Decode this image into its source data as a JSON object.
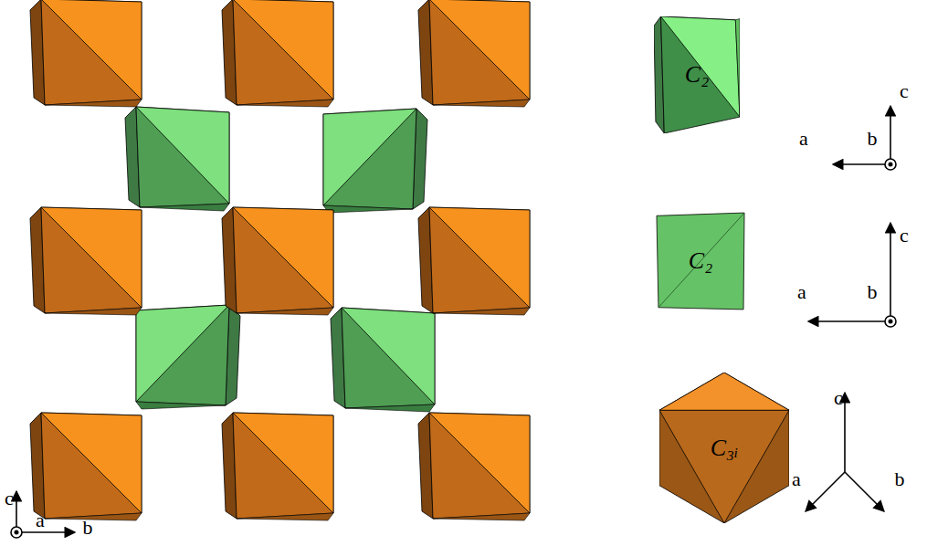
{
  "diagram": {
    "nodes": [
      {
        "text": [
          "C₂"
        ]
      },
      {
        "text": [
          "C₂"
        ]
      },
      {
        "text": [
          "C₃ᵢ"
        ]
      }
    ],
    "labels": [
      "c",
      "a",
      "b",
      "c",
      "a",
      "b",
      "c",
      "a",
      "b",
      "c",
      "a",
      "b"
    ]
  }
}
